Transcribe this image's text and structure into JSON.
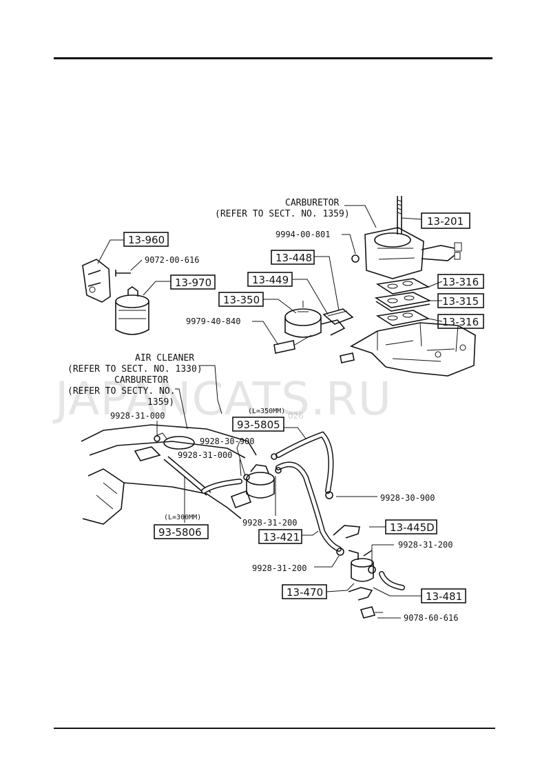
{
  "watermark": "JAPANCATS.RU",
  "watermark_small": "026",
  "callouts": {
    "carburetor_ref": [
      "CARBURETOR",
      "(REFER TO SECT. NO. 1359)"
    ],
    "air_cleaner_ref": [
      "AIR CLEANER",
      "(REFER TO SECT. NO. 1330)"
    ],
    "carburetor_ref2": [
      "CARBURETOR",
      "(REFER TO SECTY. NO.",
      "1359)"
    ]
  },
  "boxed_parts": {
    "p13_960": "13-960",
    "p13_970": "13-970",
    "p13_448": "13-448",
    "p13_449": "13-449",
    "p13_350": "13-350",
    "p13_201": "13-201",
    "p13_316a": "13-316",
    "p13_315": "13-315",
    "p13_316b": "13-316",
    "p93_5805": "93-5805",
    "p93_5806": "93-5806",
    "p13_421": "13-421",
    "p13_445d": "13-445D",
    "p13_470": "13-470",
    "p13_481": "13-481"
  },
  "part_numbers": {
    "n9072_00_616": "9072-00-616",
    "n9994_00_801": "9994-00-801",
    "n9979_40_840": "9979-40-840",
    "n9928_31_000a": "9928-31-000",
    "n9928_30_900a": "9928-30-900",
    "n9928_31_000b": "9928-31-000",
    "n9928_30_900b": "9928-30-900",
    "n9928_31_200a": "9928-31-200",
    "n9928_31_200b": "9928-31-200",
    "n9928_31_200c": "9928-31-200",
    "n9078_60_616": "9078-60-616"
  },
  "lengths": {
    "l350": "(L=350MM)",
    "l300": "(L=300MM)"
  }
}
